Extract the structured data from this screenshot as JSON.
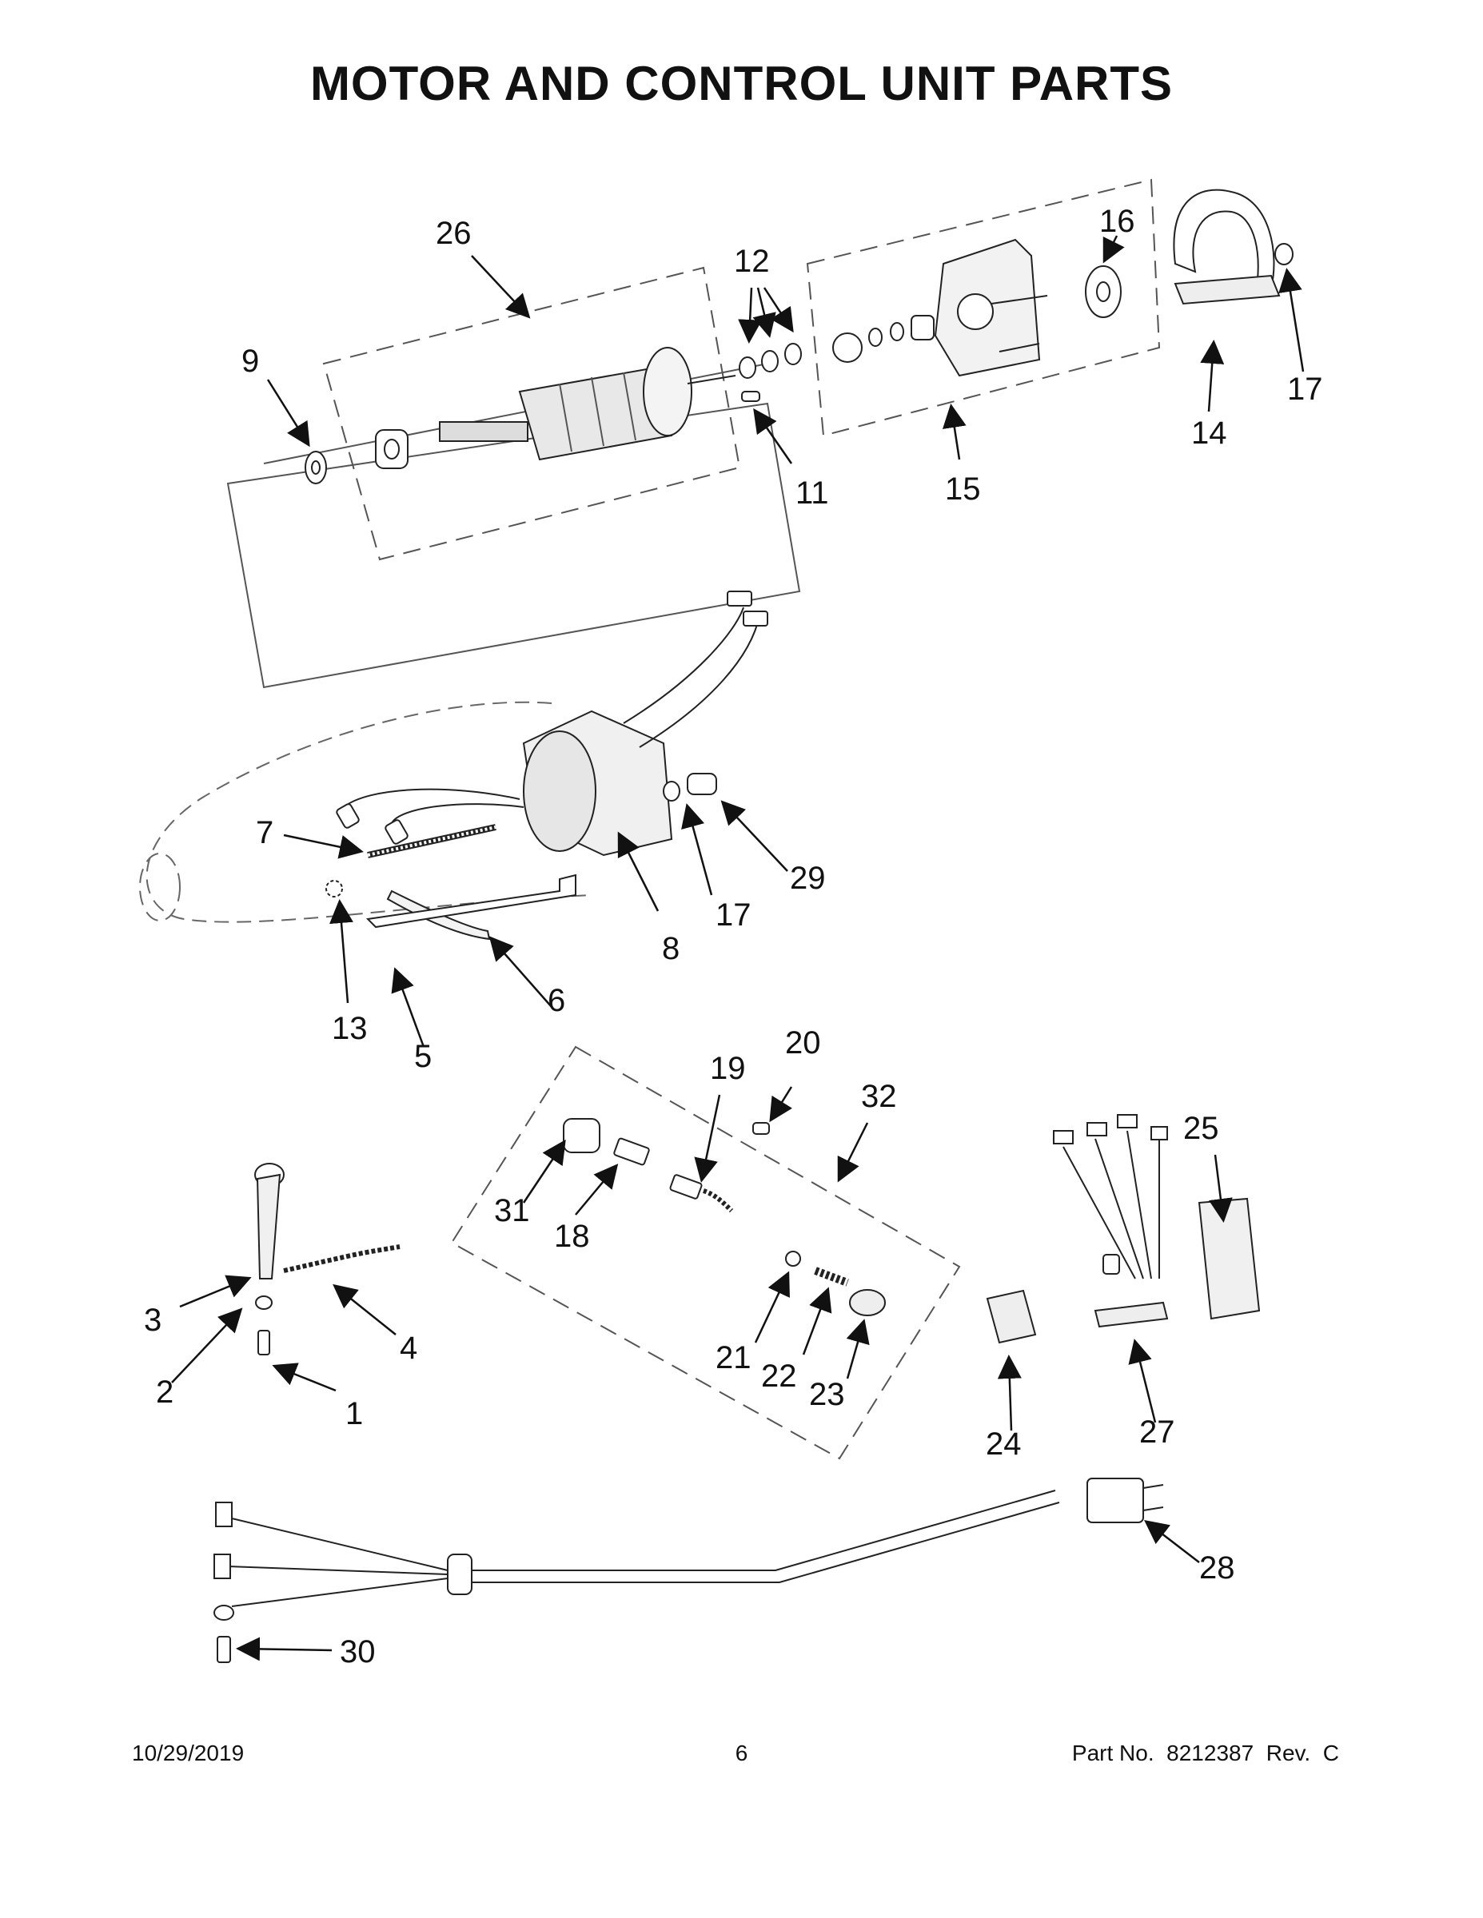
{
  "title": "MOTOR AND CONTROL UNIT PARTS",
  "callouts": [
    "1",
    "2",
    "3",
    "4",
    "5",
    "6",
    "7",
    "8",
    "9",
    "11",
    "12",
    "13",
    "14",
    "15",
    "16",
    "17",
    "17",
    "18",
    "19",
    "20",
    "21",
    "22",
    "23",
    "24",
    "25",
    "26",
    "27",
    "28",
    "29",
    "30",
    "31",
    "32"
  ],
  "footer": {
    "date": "10/29/2019",
    "page": "6",
    "part": "Part No.  8212387  Rev.  C"
  }
}
